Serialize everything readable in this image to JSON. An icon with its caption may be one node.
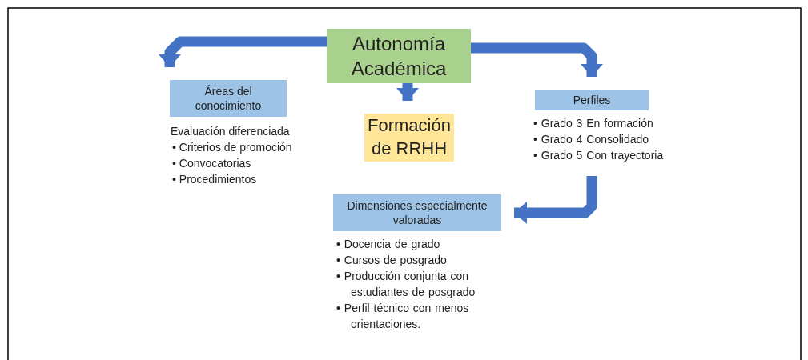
{
  "diagram": {
    "nodes": [
      {
        "text": [
          "Autonomía Académica"
        ]
      },
      {
        "text": [
          "Áreas del conocimiento"
        ]
      },
      {
        "text": [
          "Formación de RRHH"
        ]
      },
      {
        "text": [
          "Perfiles"
        ],
        "beside": [
          "• Grado 3 En formación",
          "• Grado 4 Consolidado",
          "• Grado 5 Con trayectoria"
        ]
      },
      {
        "text": [
          "Dimensiones especialmente valoradas"
        ],
        "beside": [
          "• Docencia de grado",
          "• Cursos de posgrado",
          "• Producción conjunta con estudiantes de posgrado",
          "• Perfil técnico con menos orientaciones."
        ]
      }
    ],
    "edges": [
      {
        "from": 0,
        "to": 1,
        "arrow": "to"
      },
      {
        "from": 0,
        "to": 2,
        "arrow": "to"
      },
      {
        "from": 0,
        "to": 3,
        "arrow": "to"
      },
      {
        "from": 3,
        "to": 4,
        "arrow": "to"
      }
    ],
    "labels": [
      "Evaluación diferenciada",
      "• Criterios de promoción",
      "• Convocatorias",
      "• Procedimientos"
    ]
  }
}
